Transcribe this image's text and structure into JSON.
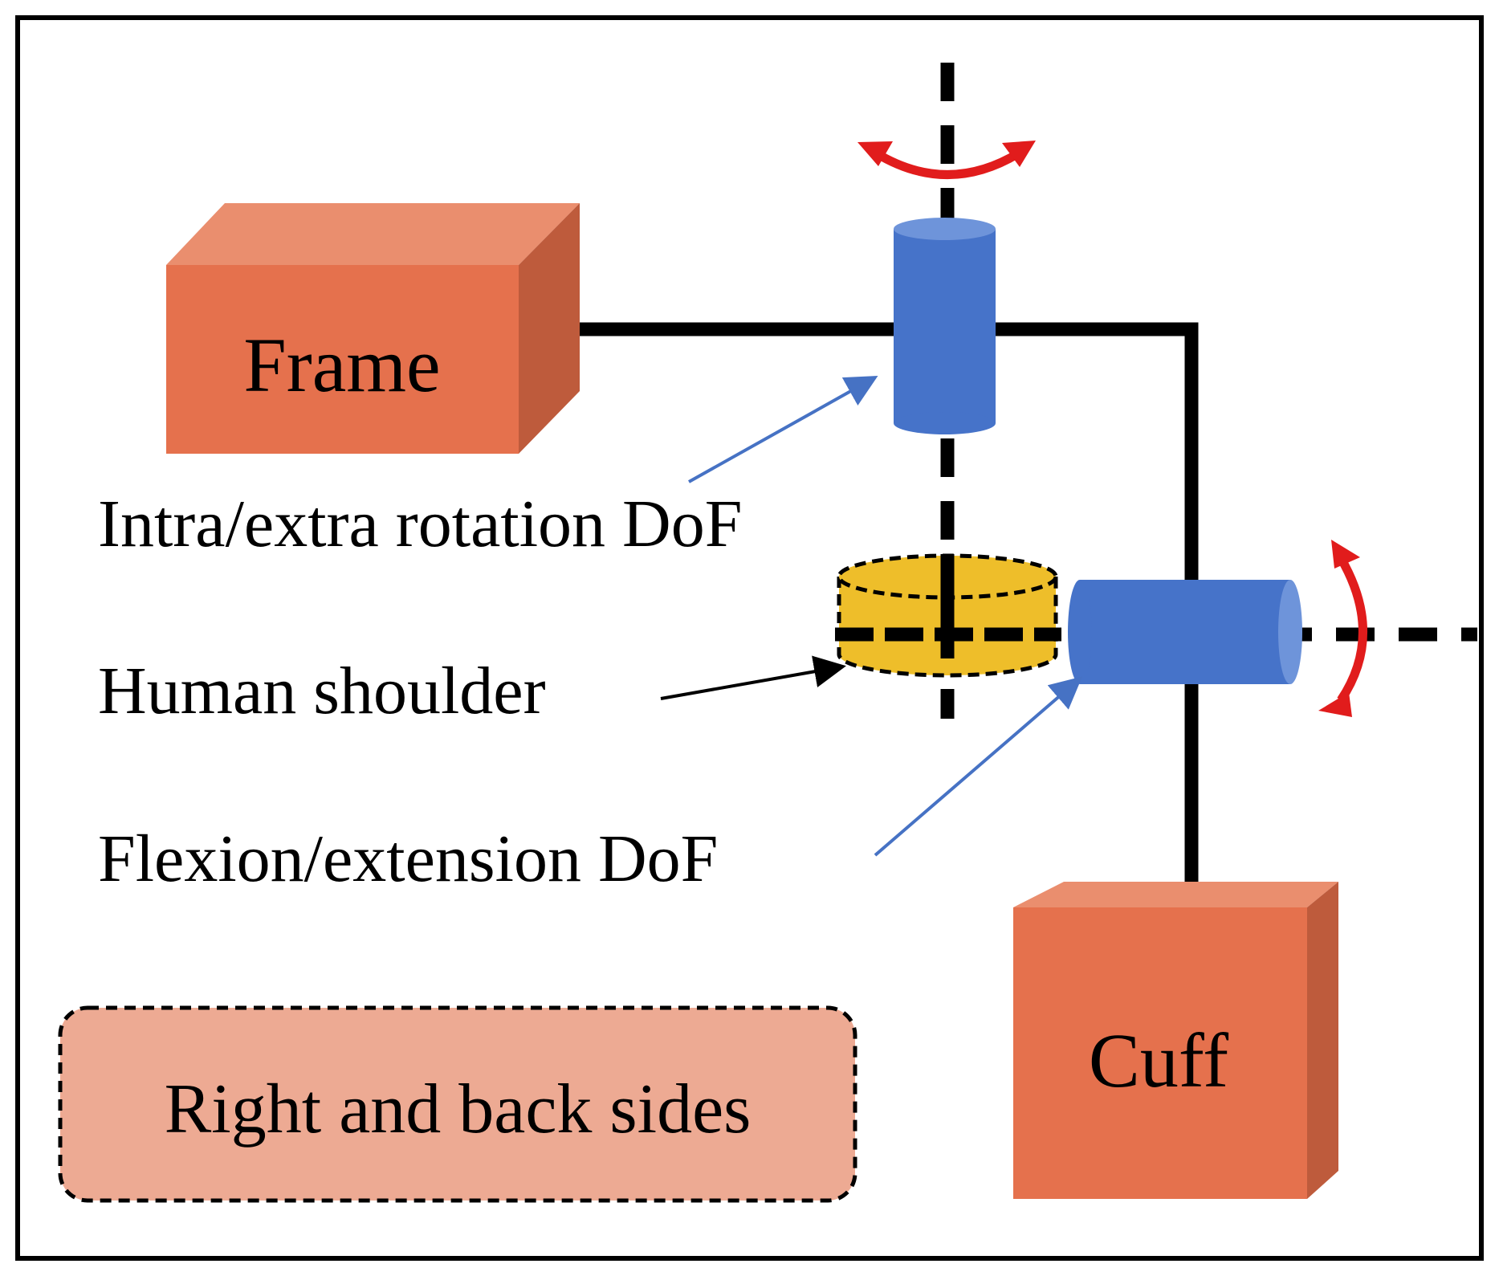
{
  "labels": {
    "frame": "Frame",
    "cuff": "Cuff",
    "intra_extra": "Intra/extra rotation DoF",
    "human_shoulder": "Human shoulder",
    "flexion_extension": "Flexion/extension DoF",
    "right_back": "Right and back sides"
  },
  "colors": {
    "box_face": "#E5714D",
    "box_top": "#EA8E6E",
    "box_side": "#BE5B3C",
    "joint_blue": "#4673C9",
    "joint_blue_cap": "#6E94DA",
    "shoulder_yellow": "#EEBE2A",
    "rotation_arrow_red": "#E11C1C",
    "pointer_blue": "#4672C4",
    "legend_fill": "#EDAA93"
  },
  "icons": {
    "rotation": "curved-double-arrow-icon",
    "joint": "cylinder-icon"
  }
}
